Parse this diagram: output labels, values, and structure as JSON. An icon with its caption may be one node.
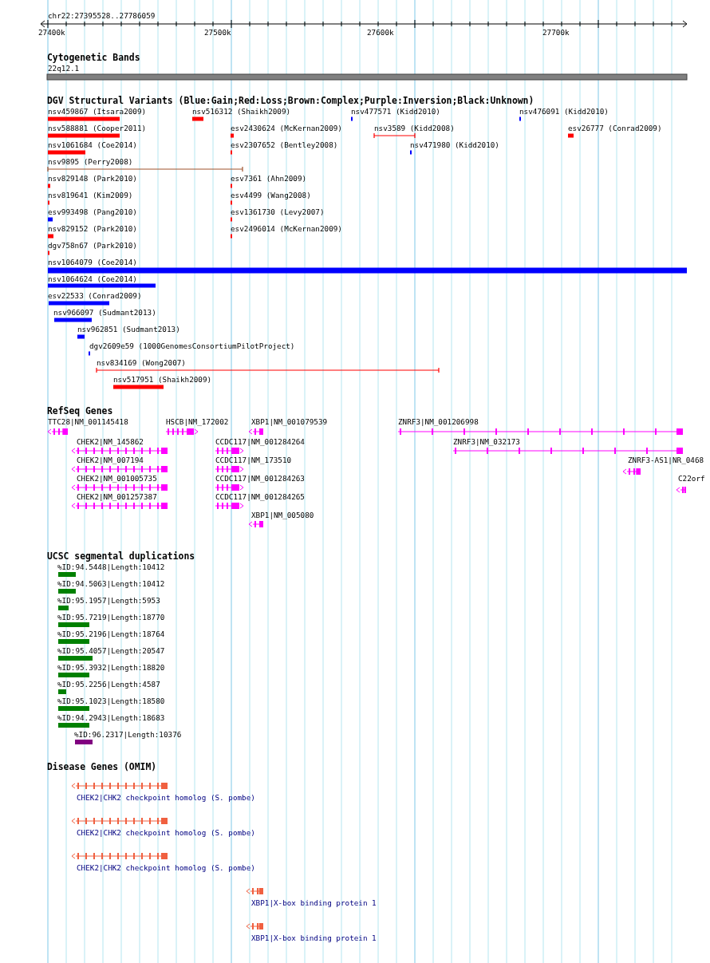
{
  "diagram": {
    "labels": [
      "chr22:27395528..27786059",
      "27400k",
      "27500k",
      "27600k",
      "27700k",
      "Cytogenetic Bands",
      "22q12.1",
      "DGV Structural Variants (Blue:Gain;Red:Loss;Brown:Complex;Purple:Inversion;Black:Unknown)",
      "nsv459867 (Itsara2009)",
      "nsv516312 (Shaikh2009)",
      "nsv477571 (Kidd2010)",
      "nsv476091 (Kidd2010)",
      "nsv588881 (Cooper2011)",
      "esv2430624 (McKernan2009)",
      "nsv3589 (Kidd2008)",
      "esv26777 (Conrad2009)",
      "nsv1061684 (Coe2014)",
      "esv2307652 (Bentley2008)",
      "nsv471980 (Kidd2010)",
      "nsv9895 (Perry2008)",
      "nsv829148 (Park2010)",
      "esv7361 (Ahn2009)",
      "nsv819641 (Kim2009)",
      "esv4499 (Wang2008)",
      "esv993498 (Pang2010)",
      "esv1361730 (Levy2007)",
      "nsv829152 (Park2010)",
      "esv2496014 (McKernan2009)",
      "dgv758n67 (Park2010)",
      "nsv1064079 (Coe2014)",
      "nsv1064624 (Coe2014)",
      "esv22533 (Conrad2009)",
      "nsv966097 (Sudmant2013)",
      "nsv962851 (Sudmant2013)",
      "dgv2609e59 (1000GenomesConsortiumPilotProject)",
      "nsv834169 (Wong2007)",
      "nsv517951 (Shaikh2009)",
      "RefSeq Genes",
      "TTC28|NM_001145418",
      "HSCB|NM_172002",
      "XBP1|NM_001079539",
      "ZNRF3|NM_001206998",
      "CHEK2|NM_145862",
      "CCDC117|NM_001284264",
      "ZNRF3|NM_032173",
      "CHEK2|NM_007194",
      "CCDC117|NM_173510",
      "ZNRF3-AS1|NR_0468",
      "CHEK2|NM_001005735",
      "CCDC117|NM_001284263",
      "C22orf",
      "CHEK2|NM_001257387",
      "CCDC117|NM_001284265",
      "XBP1|NM_005080",
      "UCSC segmental duplications",
      "%ID:94.5448|Length:10412",
      "%ID:94.5063|Length:10412",
      "%ID:95.1957|Length:5953",
      "%ID:95.7219|Length:18770",
      "%ID:95.2196|Length:18764",
      "%ID:95.4057|Length:20547",
      "%ID:95.3932|Length:18820",
      "%ID:95.2256|Length:4587",
      "%ID:95.1023|Length:18580",
      "%ID:94.2943|Length:18683",
      "%ID:96.2317|Length:10376",
      "Disease Genes (OMIM)",
      "CHEK2|CHK2 checkpoint homolog (S. pombe)",
      "CHEK2|CHK2 checkpoint homolog (S. pombe)",
      "CHEK2|CHK2 checkpoint homolog (S. pombe)",
      "XBP1|X-box binding protein 1",
      "XBP1|X-box binding protein 1"
    ]
  }
}
